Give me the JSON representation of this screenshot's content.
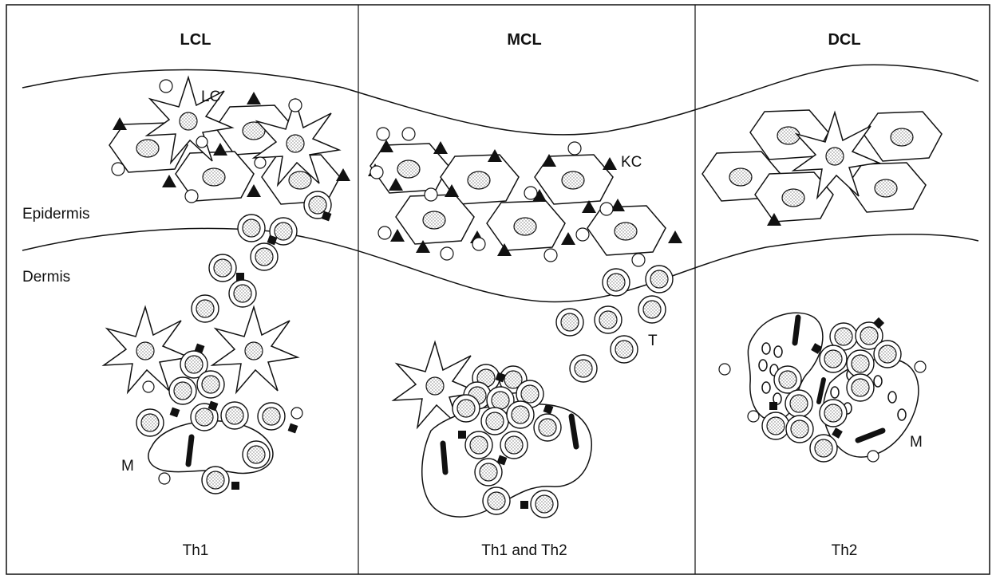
{
  "columns": [
    {
      "header": "LCL",
      "footer": "Th1"
    },
    {
      "header": "MCL",
      "footer": "Th1 and Th2"
    },
    {
      "header": "DCL",
      "footer": "Th2"
    }
  ],
  "layers": {
    "upper": "Epidermis",
    "lower": "Dermis"
  },
  "cell_labels": {
    "langerhans": "LC",
    "keratinocyte": "KC",
    "t_cell": "T",
    "macrophage_left": "M",
    "macrophage_right": "M"
  },
  "colors": {
    "line": "#111111",
    "background": "#ffffff",
    "stipple": "#888888"
  }
}
